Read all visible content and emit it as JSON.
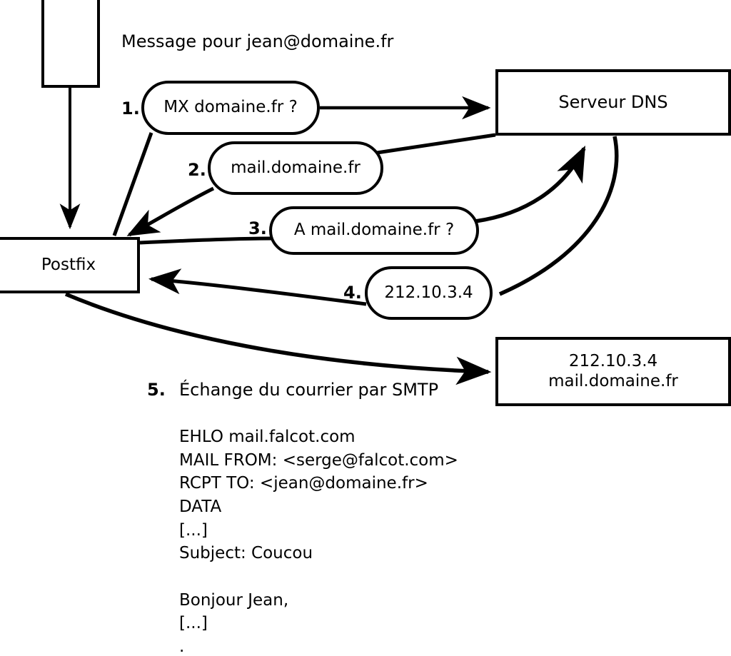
{
  "diagram": {
    "title_note": "Message pour jean@domaine.fr",
    "nodes": {
      "client": {
        "label": ""
      },
      "dns": {
        "label": "Serveur DNS"
      },
      "postfix": {
        "label": "Postfix"
      },
      "mailserver": {
        "line1": "212.10.3.4",
        "line2": "mail.domaine.fr"
      }
    },
    "bubbles": [
      {
        "num": "1.",
        "text": "MX domaine.fr ?"
      },
      {
        "num": "2.",
        "text": "mail.domaine.fr"
      },
      {
        "num": "3.",
        "text": "A mail.domaine.fr ?"
      },
      {
        "num": "4.",
        "text": "212.10.3.4"
      }
    ],
    "step5": {
      "num": "5.",
      "text": "Échange du courrier par SMTP"
    },
    "smtp_transcript": [
      "EHLO mail.falcot.com",
      "MAIL FROM: <serge@falcot.com>",
      "RCPT TO: <jean@domaine.fr>",
      "DATA",
      "[...]",
      "Subject: Coucou",
      "",
      "Bonjour Jean,",
      "[...]",
      "."
    ],
    "colors": {
      "stroke": "#000000",
      "fill": "#ffffff",
      "text": "#000000"
    }
  }
}
